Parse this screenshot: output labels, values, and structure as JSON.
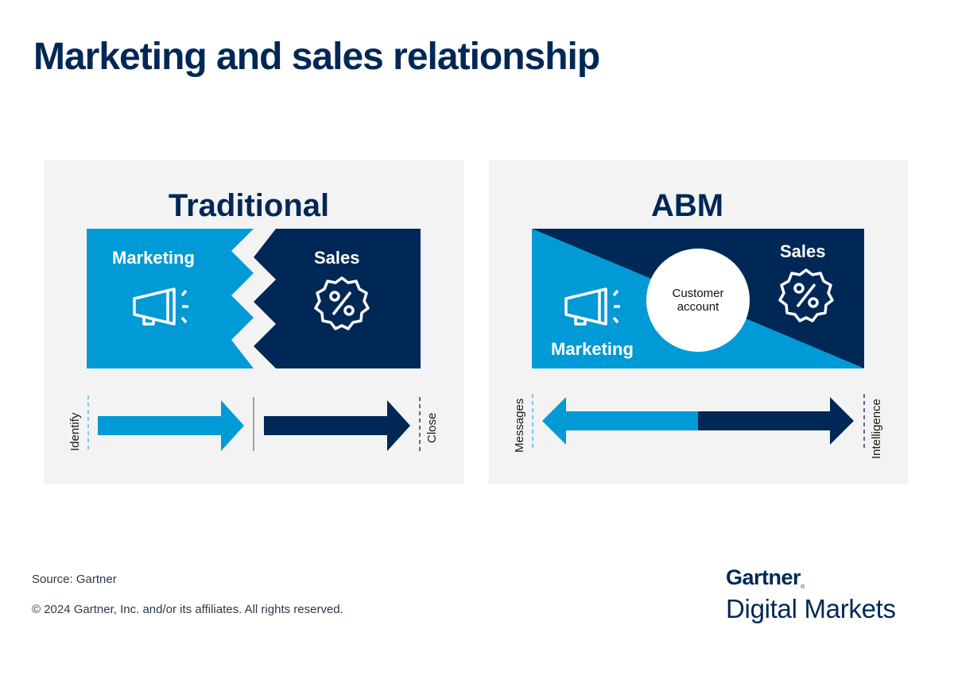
{
  "header": {
    "title": "Marketing and sales relationship"
  },
  "colors": {
    "navy": "#002856",
    "light_blue": "#009ad6",
    "panel_bg": "#f3f3f3",
    "white": "#ffffff"
  },
  "traditional": {
    "title": "Traditional",
    "marketing_label": "Marketing",
    "sales_label": "Sales",
    "marketing_icon": "megaphone-icon",
    "sales_icon": "discount-badge-icon",
    "start_label": "Identify",
    "end_label": "Close"
  },
  "abm": {
    "title": "ABM",
    "marketing_label": "Marketing",
    "sales_label": "Sales",
    "center_line1": "Customer",
    "center_line2": "account",
    "marketing_icon": "megaphone-icon",
    "sales_icon": "discount-badge-icon",
    "start_label": "Messages",
    "end_label": "Intelligence"
  },
  "footer": {
    "source": "Source: Gartner",
    "copyright": "© 2024 Gartner, Inc. and/or its affiliates. All rights reserved."
  },
  "logo": {
    "brand": "Gartner",
    "reg": "®",
    "product": "Digital Markets"
  }
}
